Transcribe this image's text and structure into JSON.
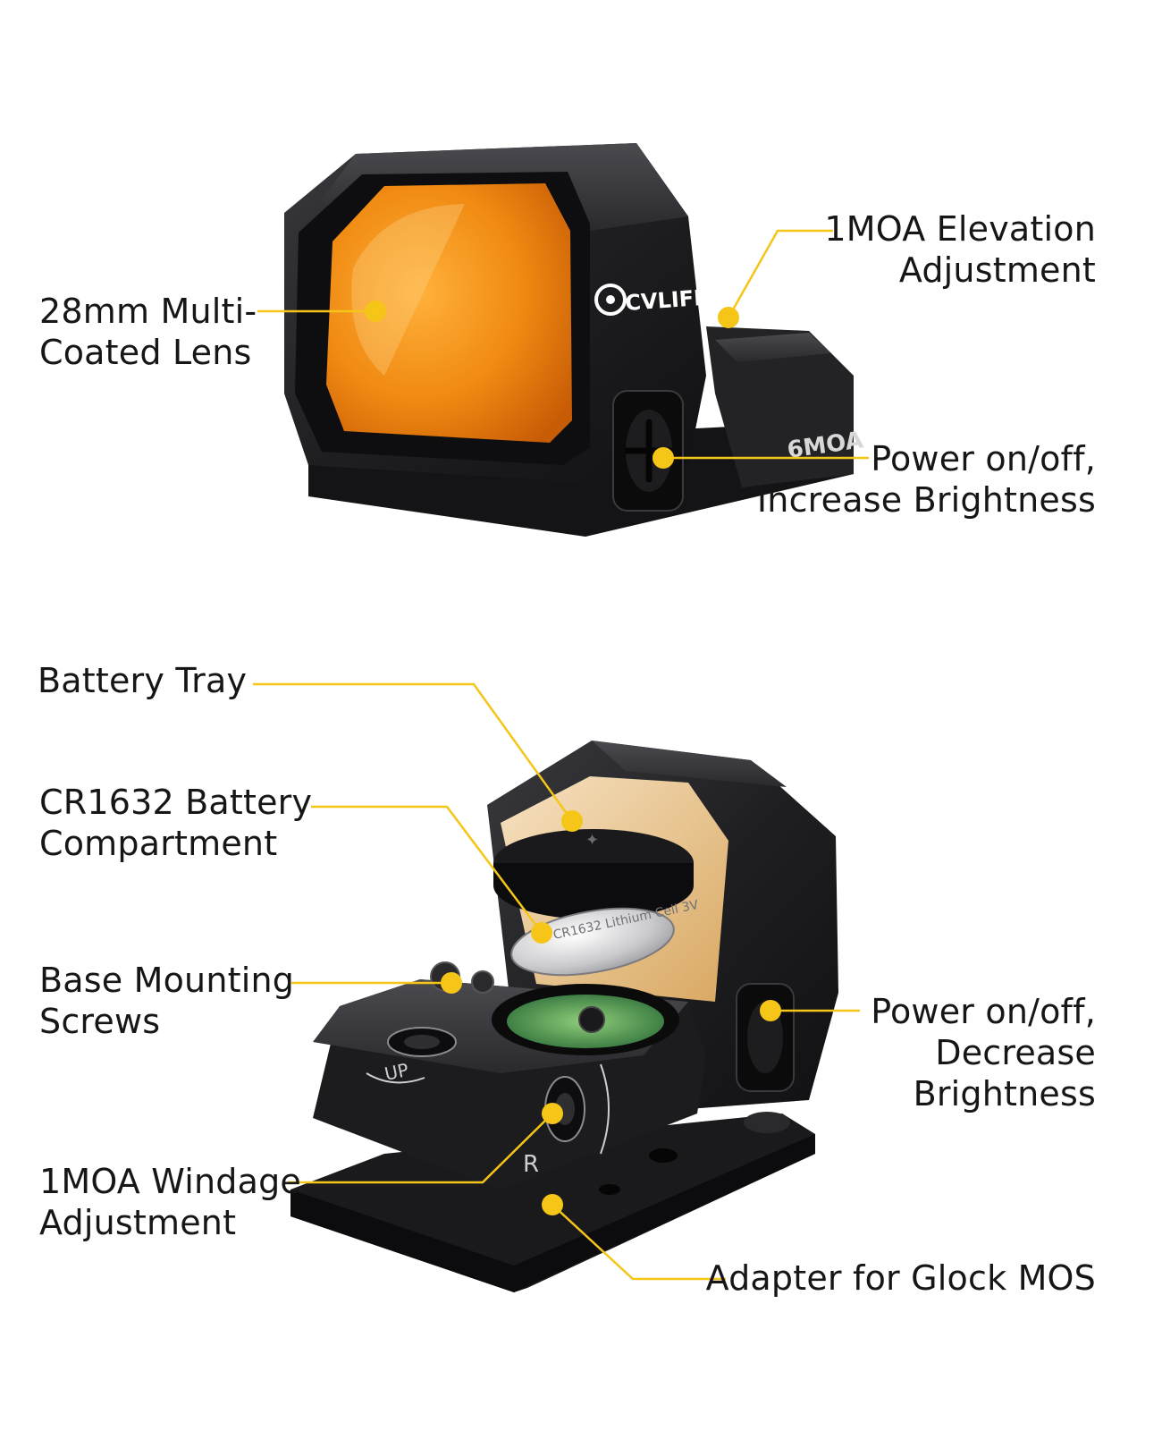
{
  "colors": {
    "accent": "#f5c518",
    "lens_orange": "#f28a10",
    "body_black": "#1b1b1d",
    "background": "#ffffff"
  },
  "top_sight": {
    "brand": "CVLIFE",
    "reticle_marking": "6MOA",
    "labels": {
      "lens": [
        "28mm Multi-",
        "Coated Lens"
      ],
      "elevation": [
        "1MOA Elevation",
        "Adjustment"
      ],
      "power_up": [
        "Power on/off,",
        "Increase Brightness"
      ]
    }
  },
  "bottom_sight": {
    "battery_text": "CR1632 Lithium Cell 3V",
    "turret_up": "UP",
    "turret_r": "R",
    "labels": {
      "battery_tray": [
        "Battery Tray"
      ],
      "battery_compartment": [
        "CR1632 Battery",
        "Compartment"
      ],
      "base_screws": [
        "Base Mounting",
        "Screws"
      ],
      "windage": [
        "1MOA Windage",
        "Adjustment"
      ],
      "power_down": [
        "Power on/off,",
        "Decrease",
        "Brightness"
      ],
      "adapter": [
        "Adapter for Glock MOS"
      ]
    }
  }
}
